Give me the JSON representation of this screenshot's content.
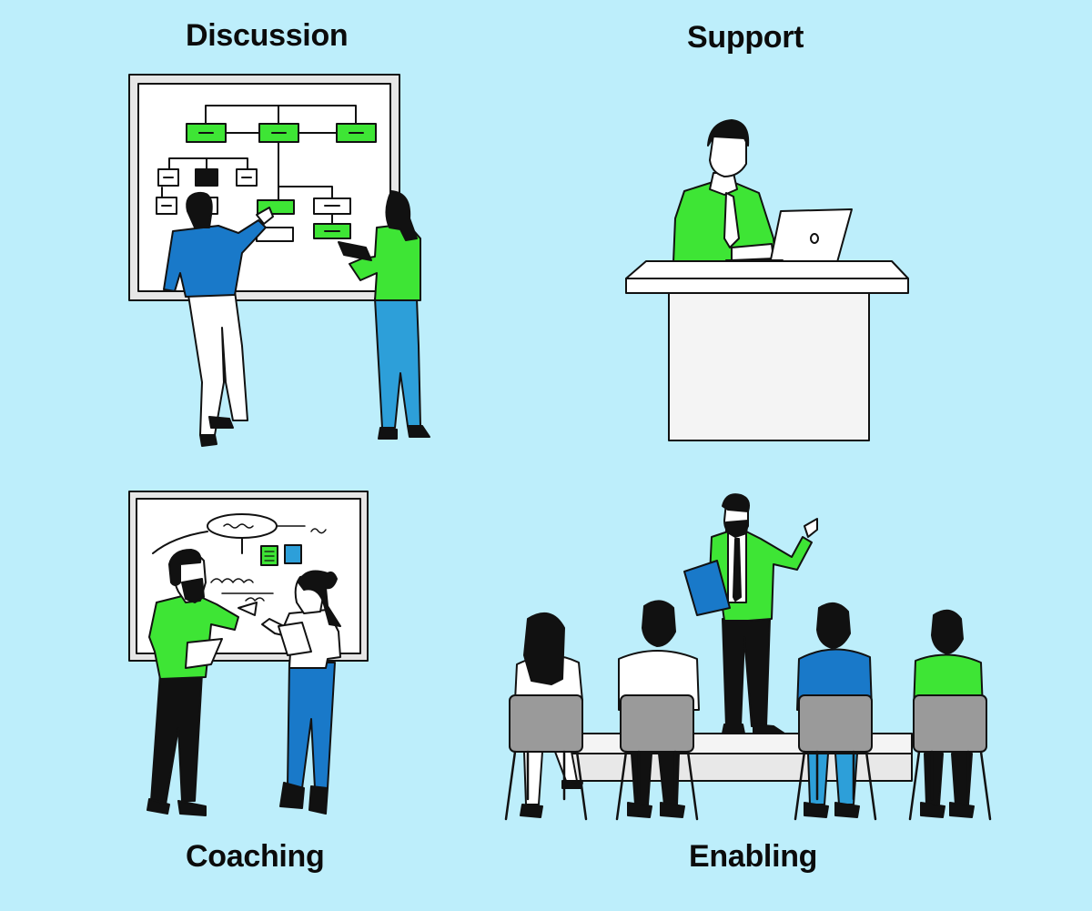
{
  "panels": [
    {
      "id": "discussion",
      "title": "Discussion"
    },
    {
      "id": "support",
      "title": "Support"
    },
    {
      "id": "coaching",
      "title": "Coaching"
    },
    {
      "id": "enabling",
      "title": "Enabling"
    }
  ],
  "colors": {
    "background": "#bdeefb",
    "accent_green": "#3ee535",
    "accent_blue": "#1979c9",
    "light_blue": "#2d9fd9",
    "outline": "#111111",
    "chair_gray": "#9a9a9a"
  }
}
